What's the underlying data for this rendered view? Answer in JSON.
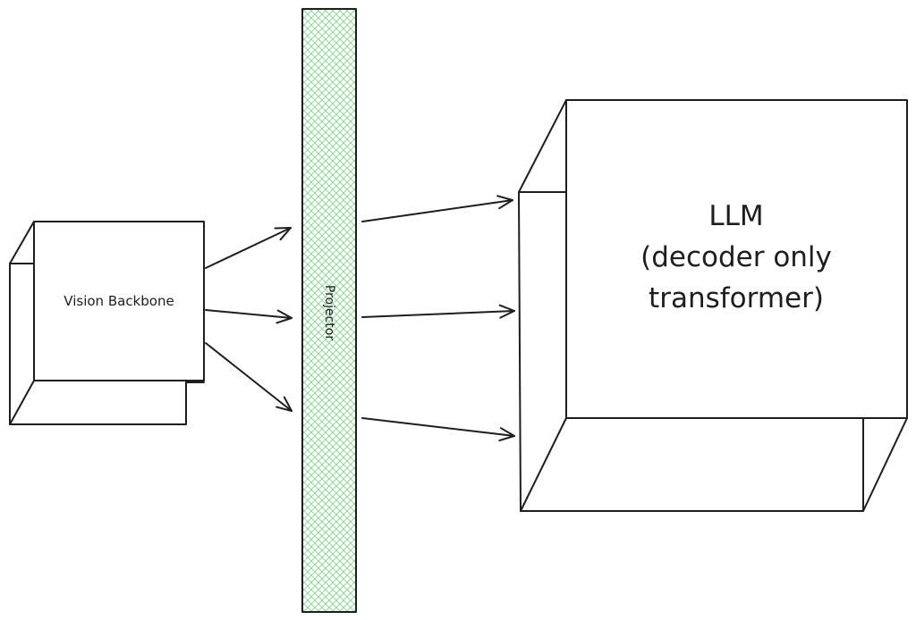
{
  "nodes": {
    "vision_backbone": {
      "label": "Vision Backbone"
    },
    "projector": {
      "label": "Projector",
      "fill": "#b2f2bb"
    },
    "llm": {
      "lines": [
        "LLM",
        "(decoder only",
        "transformer)"
      ]
    }
  },
  "edges": [
    {
      "from": "vision_backbone",
      "to": "projector",
      "count": 3
    },
    {
      "from": "projector",
      "to": "llm",
      "count": 3
    }
  ],
  "colors": {
    "stroke": "#1e1e1e",
    "projector_fill": "#b2f2bb",
    "background": "#ffffff"
  }
}
